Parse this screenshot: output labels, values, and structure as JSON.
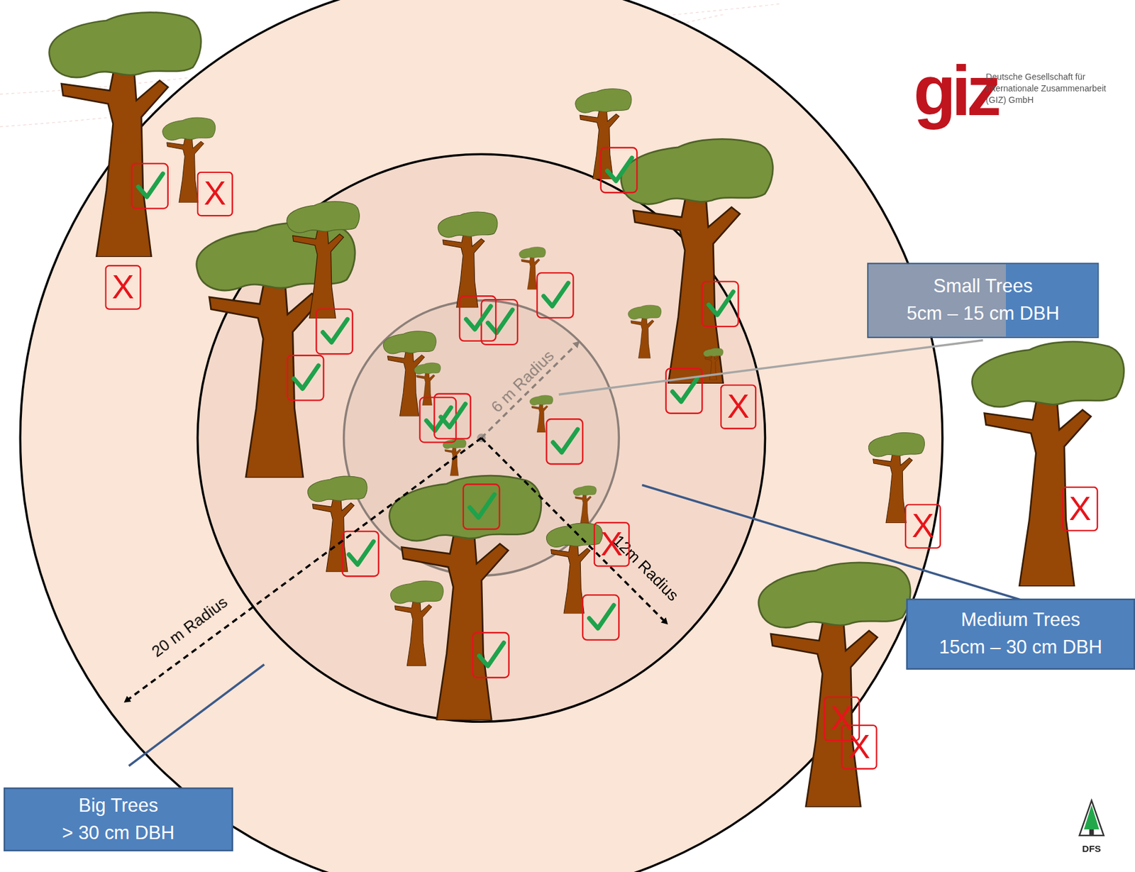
{
  "diagram": {
    "nodes": [
      {
        "text": [
          "Small Trees",
          "5cm – 15 cm DBH"
        ]
      },
      {
        "text": [
          "Medium Trees",
          "15cm – 30 cm DBH"
        ]
      },
      {
        "text": [
          "Big Trees",
          "> 30 cm DBH"
        ]
      }
    ],
    "labels": [
      "giz",
      "Deutsche Gesellschaft für Internationale Zusammenarbeit (GIZ) GmbH",
      "6 m Radius",
      "12m Radius",
      "20 m Radius",
      "X",
      "X",
      "X",
      "X",
      "X",
      "X",
      "X",
      "X",
      "DFS"
    ]
  }
}
